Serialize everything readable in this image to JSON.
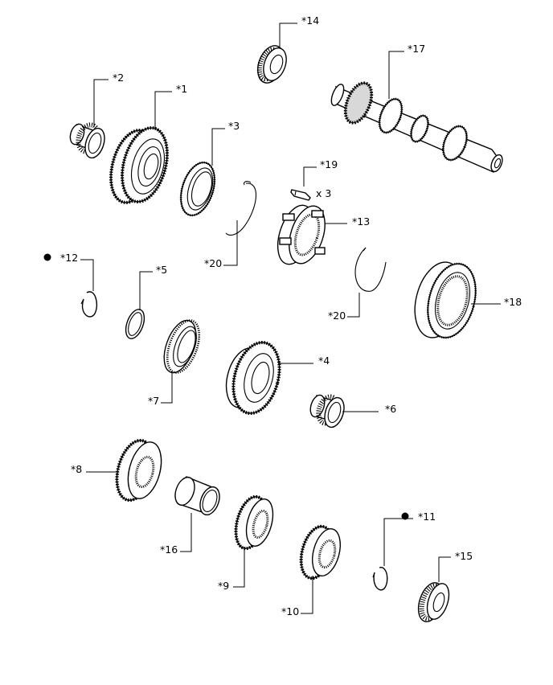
{
  "parts": [
    {
      "id": "p1",
      "label": "*1"
    },
    {
      "id": "p2",
      "label": "*2"
    },
    {
      "id": "p3",
      "label": "*3"
    },
    {
      "id": "p4",
      "label": "*4"
    },
    {
      "id": "p5",
      "label": "*5"
    },
    {
      "id": "p6",
      "label": "*6"
    },
    {
      "id": "p7",
      "label": "*7"
    },
    {
      "id": "p8",
      "label": "*8"
    },
    {
      "id": "p9",
      "label": "*9"
    },
    {
      "id": "p10",
      "label": "*10"
    },
    {
      "id": "p11",
      "label": "*11"
    },
    {
      "id": "p12",
      "label": "*12"
    },
    {
      "id": "p13",
      "label": "*13"
    },
    {
      "id": "p14",
      "label": "*14"
    },
    {
      "id": "p15",
      "label": "*15"
    },
    {
      "id": "p16",
      "label": "*16"
    },
    {
      "id": "p17",
      "label": "*17"
    },
    {
      "id": "p18",
      "label": "*18"
    },
    {
      "id": "p19",
      "label": "*19"
    },
    {
      "id": "p20a",
      "label": "*20"
    },
    {
      "id": "p20b",
      "label": "*20"
    }
  ],
  "quantity_note": "x 3"
}
